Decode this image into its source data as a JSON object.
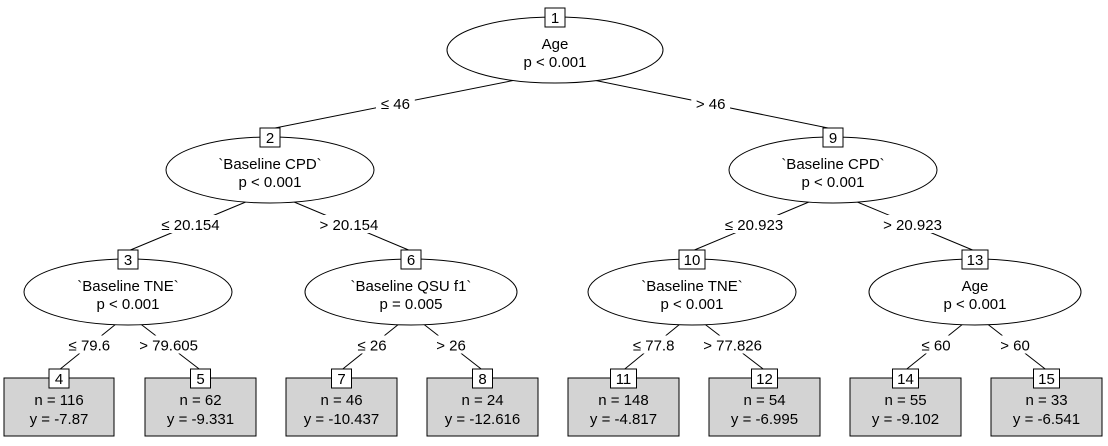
{
  "tree": {
    "inner_nodes": [
      {
        "id": "1",
        "variable": "Age",
        "pvalue": "p < 0.001"
      },
      {
        "id": "2",
        "variable": "`Baseline CPD`",
        "pvalue": "p < 0.001"
      },
      {
        "id": "3",
        "variable": "`Baseline TNE`",
        "pvalue": "p < 0.001"
      },
      {
        "id": "6",
        "variable": "`Baseline QSU f1`",
        "pvalue": "p = 0.005"
      },
      {
        "id": "9",
        "variable": "`Baseline CPD`",
        "pvalue": "p < 0.001"
      },
      {
        "id": "10",
        "variable": "`Baseline TNE`",
        "pvalue": "p < 0.001"
      },
      {
        "id": "13",
        "variable": "Age",
        "pvalue": "p < 0.001"
      }
    ],
    "leaf_nodes": [
      {
        "id": "4",
        "n": "n = 116",
        "y": "y = -7.87"
      },
      {
        "id": "5",
        "n": "n = 62",
        "y": "y = -9.331"
      },
      {
        "id": "7",
        "n": "n = 46",
        "y": "y = -10.437"
      },
      {
        "id": "8",
        "n": "n = 24",
        "y": "y = -12.616"
      },
      {
        "id": "11",
        "n": "n = 148",
        "y": "y = -4.817"
      },
      {
        "id": "12",
        "n": "n = 54",
        "y": "y = -6.995"
      },
      {
        "id": "14",
        "n": "n = 55",
        "y": "y = -9.102"
      },
      {
        "id": "15",
        "n": "n = 33",
        "y": "y = -6.541"
      }
    ],
    "edges": [
      {
        "from": "1",
        "to": "2",
        "label": "≤ 46"
      },
      {
        "from": "1",
        "to": "9",
        "label": "> 46"
      },
      {
        "from": "2",
        "to": "3",
        "label": "≤ 20.154"
      },
      {
        "from": "2",
        "to": "6",
        "label": "> 20.154"
      },
      {
        "from": "3",
        "to": "4",
        "label": "≤ 79.6"
      },
      {
        "from": "3",
        "to": "5",
        "label": "> 79.605"
      },
      {
        "from": "6",
        "to": "7",
        "label": "≤ 26"
      },
      {
        "from": "6",
        "to": "8",
        "label": "> 26"
      },
      {
        "from": "9",
        "to": "10",
        "label": "≤ 20.923"
      },
      {
        "from": "9",
        "to": "13",
        "label": "> 20.923"
      },
      {
        "from": "10",
        "to": "11",
        "label": "≤ 77.8"
      },
      {
        "from": "10",
        "to": "12",
        "label": "> 77.826"
      },
      {
        "from": "13",
        "to": "14",
        "label": "≤ 60"
      },
      {
        "from": "13",
        "to": "15",
        "label": "> 60"
      }
    ]
  }
}
